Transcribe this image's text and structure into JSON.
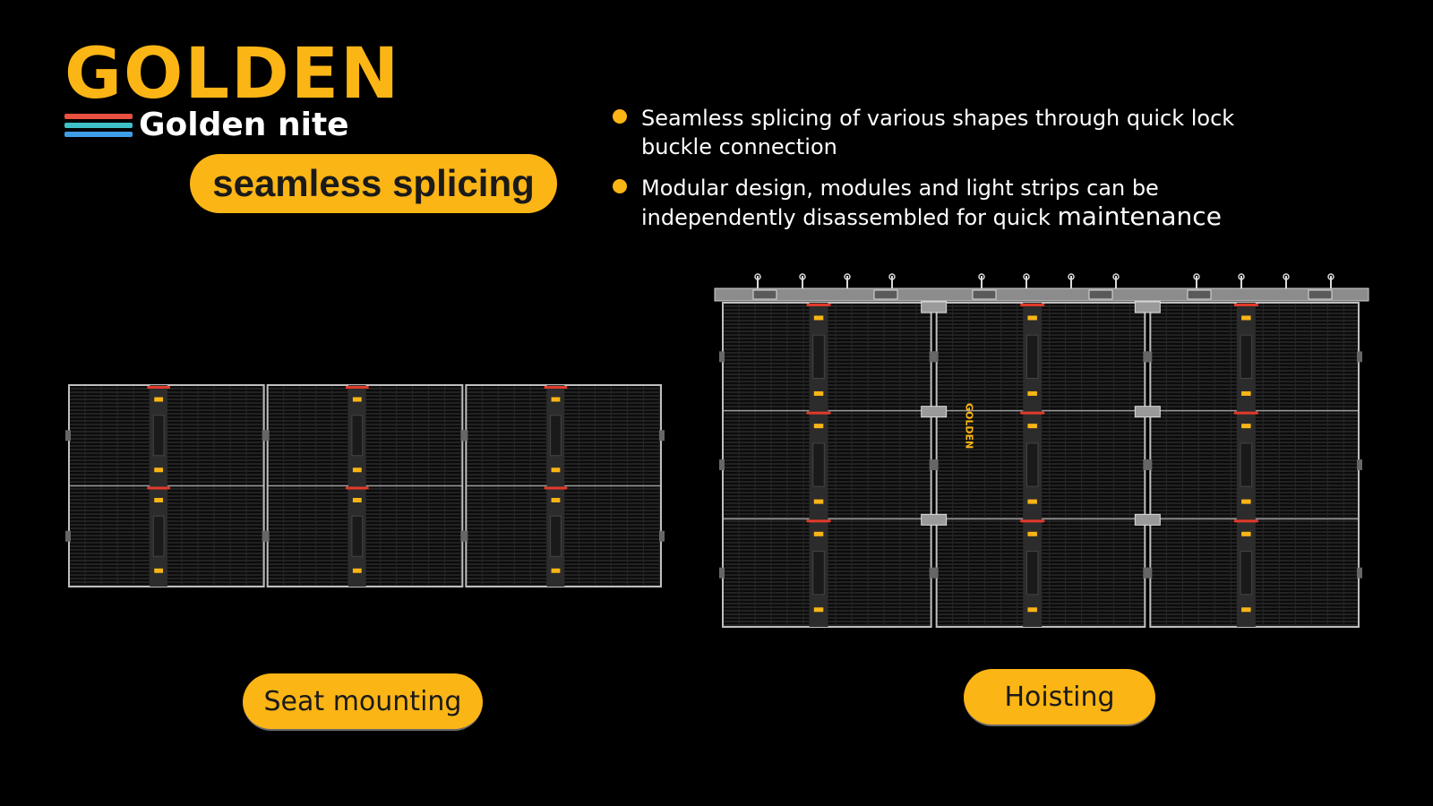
{
  "logo": {
    "wordmark": "GOLDEN",
    "sub": "Golden nite",
    "stripe_colors": [
      "#e8503f",
      "#3fc0c8",
      "#3f9ee8"
    ]
  },
  "title": "seamless splicing",
  "bullets": [
    {
      "text": "Seamless splicing of various shapes through quick lock buckle connection",
      "tail": ""
    },
    {
      "text": "Modular design, modules and light strips can be independently disassembled for quick ",
      "tail": "maintenance"
    }
  ],
  "panels": {
    "seat": {
      "label": "Seat mounting",
      "columns": 3,
      "rows": 2
    },
    "hoist": {
      "label": "Hoisting",
      "columns": 3,
      "rows": 3,
      "side_brand": "GOLDEN"
    }
  },
  "colors": {
    "accent": "#fbb515",
    "background": "#000000",
    "grid_line": "#3a3a3a",
    "frame": "#bfbfbf",
    "spine": "#2c2c2c",
    "marker_red": "#e23a2a",
    "rail": "#8c8c8c"
  }
}
